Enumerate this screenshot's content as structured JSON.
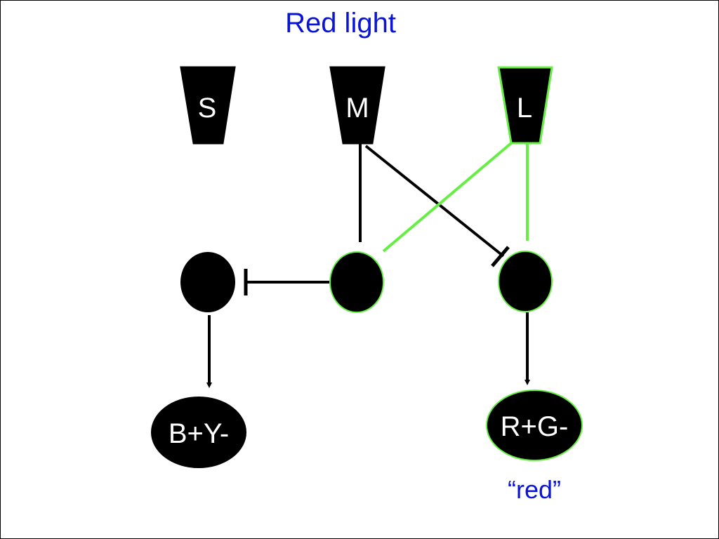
{
  "title": "Red light",
  "caption": "“red”",
  "colors": {
    "title_text": "#0a14d6",
    "caption_text": "#0a14d6",
    "node_fill": "#000000",
    "active_stroke": "#66ee44",
    "inactive_stroke": "#000000",
    "label_text": "#ffffff"
  },
  "cones": [
    {
      "id": "s",
      "label": "S",
      "active": false
    },
    {
      "id": "m",
      "label": "M",
      "active": false
    },
    {
      "id": "l",
      "label": "L",
      "active": true
    }
  ],
  "cells": [
    {
      "id": "by-cell",
      "active": false
    },
    {
      "id": "m-cell",
      "active": true
    },
    {
      "id": "rg-cell",
      "active": true
    }
  ],
  "outputs": [
    {
      "id": "by",
      "label": "B+Y-",
      "active": false
    },
    {
      "id": "rg",
      "label": "R+G-",
      "active": true
    }
  ],
  "connections": [
    {
      "from": "M",
      "to": "middle cell",
      "type": "excitatory",
      "active": false
    },
    {
      "from": "M",
      "to": "right cell",
      "type": "inhibitory",
      "active": false
    },
    {
      "from": "L",
      "to": "middle cell",
      "type": "excitatory",
      "active": true
    },
    {
      "from": "L",
      "to": "right cell",
      "type": "excitatory",
      "active": true
    },
    {
      "from": "middle cell",
      "to": "left cell",
      "type": "inhibitory",
      "active": false
    },
    {
      "from": "left cell",
      "to": "B+Y-",
      "type": "output",
      "active": false
    },
    {
      "from": "right cell",
      "to": "R+G-",
      "type": "output",
      "active": false
    }
  ]
}
